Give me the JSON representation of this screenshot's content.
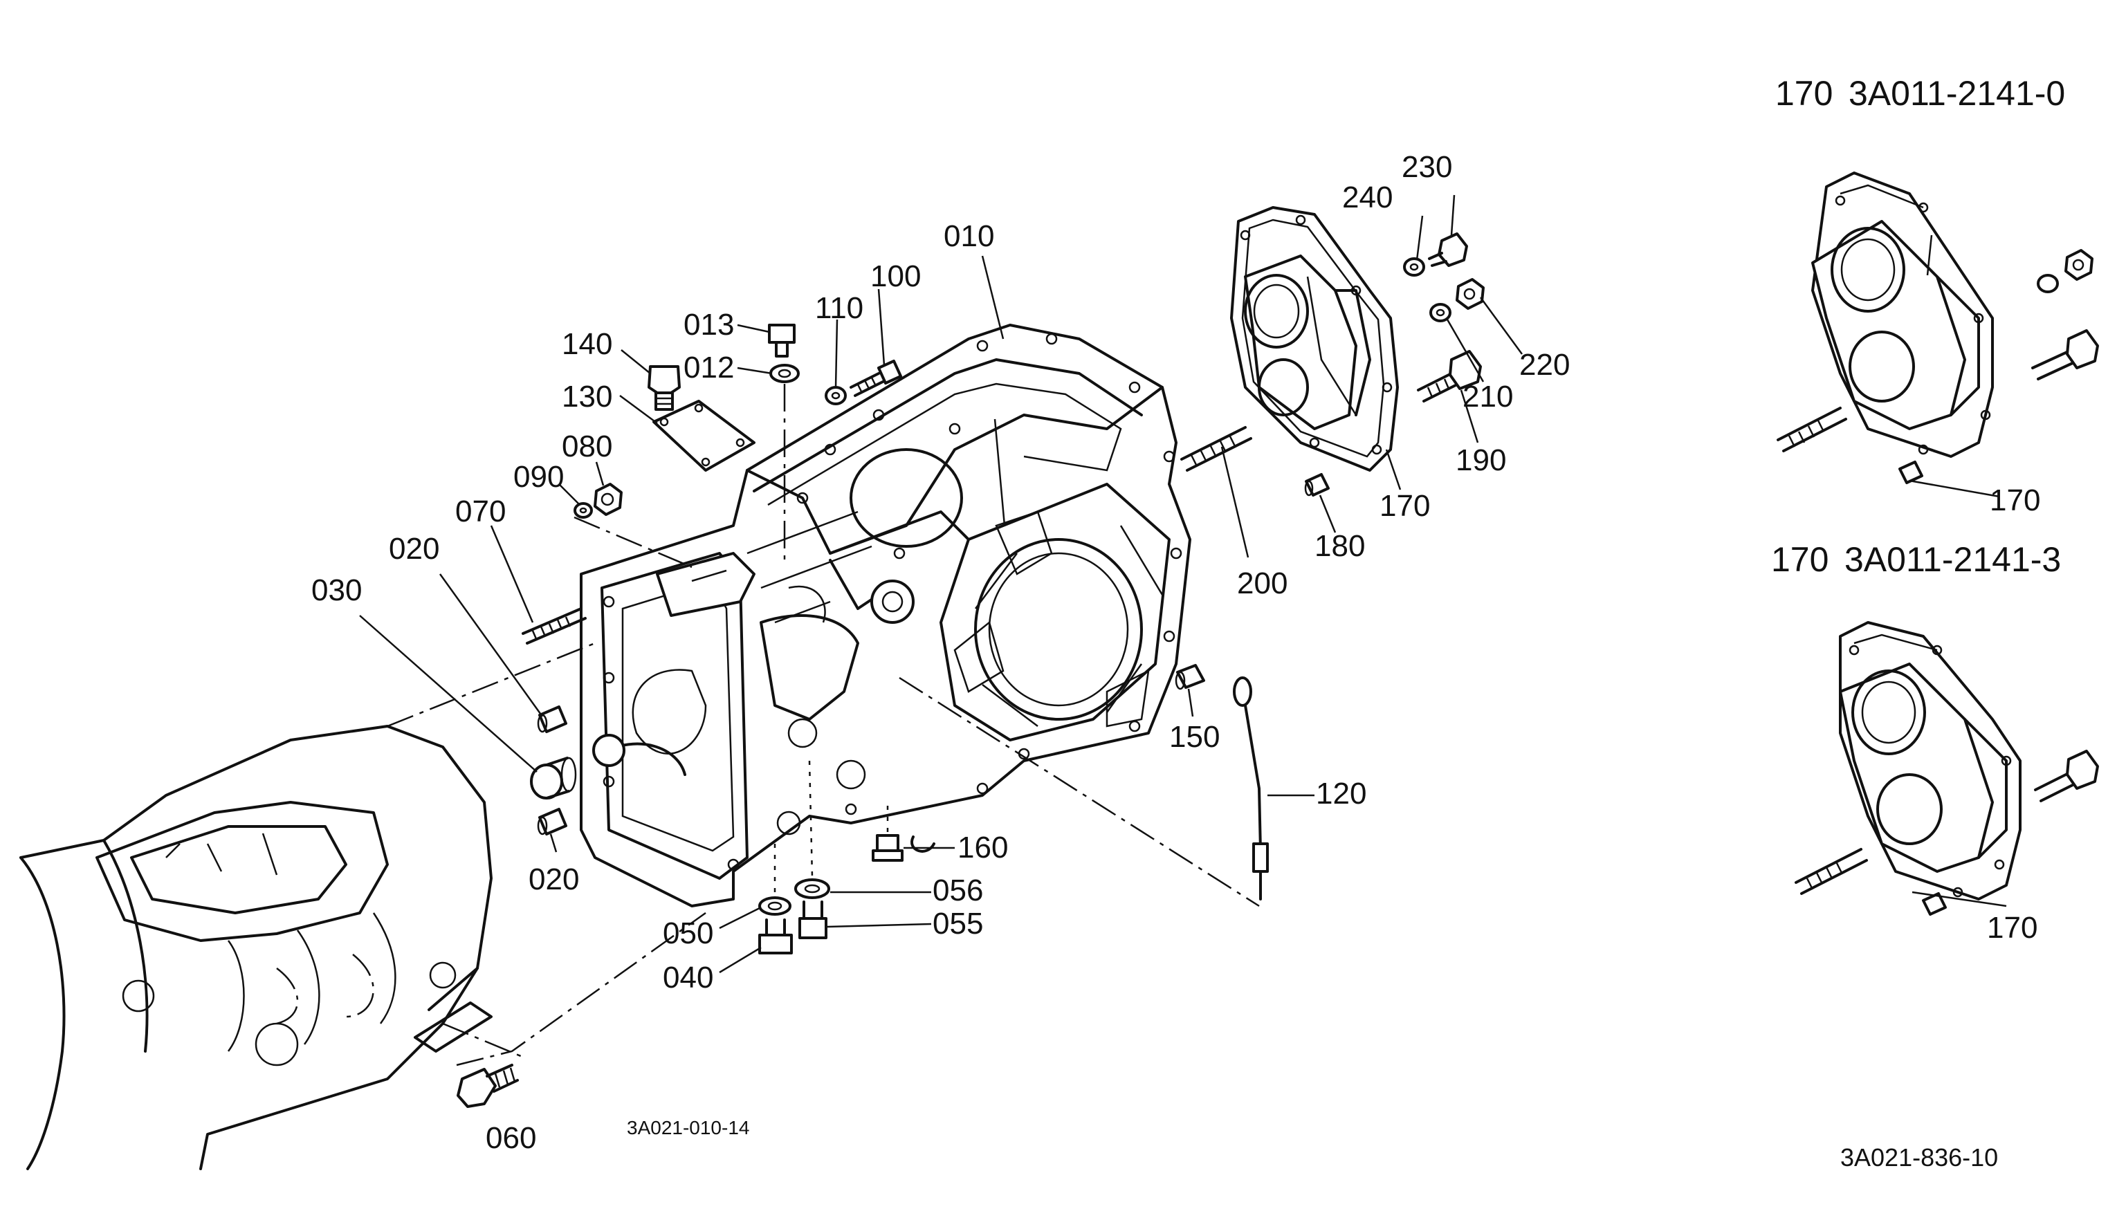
{
  "diagram_id": "3A021-836-10",
  "sub_drawing_id": "3A021-010-14",
  "variants": [
    {
      "ref": "170",
      "part_no": "3A011-2141-0",
      "label": "170"
    },
    {
      "ref": "170",
      "part_no": "3A011-2141-3",
      "label": "170"
    }
  ],
  "callouts": {
    "c010": "010",
    "c012": "012",
    "c013": "013",
    "c020a": "020",
    "c020b": "020",
    "c030": "030",
    "c040": "040",
    "c050": "050",
    "c055": "055",
    "c056": "056",
    "c060": "060",
    "c070": "070",
    "c080": "080",
    "c090": "090",
    "c100": "100",
    "c110": "110",
    "c120": "120",
    "c130": "130",
    "c140": "140",
    "c150": "150",
    "c160": "160",
    "c170": "170",
    "c180": "180",
    "c190": "190",
    "c200": "200",
    "c210": "210",
    "c220": "220",
    "c230": "230",
    "c240": "240"
  }
}
